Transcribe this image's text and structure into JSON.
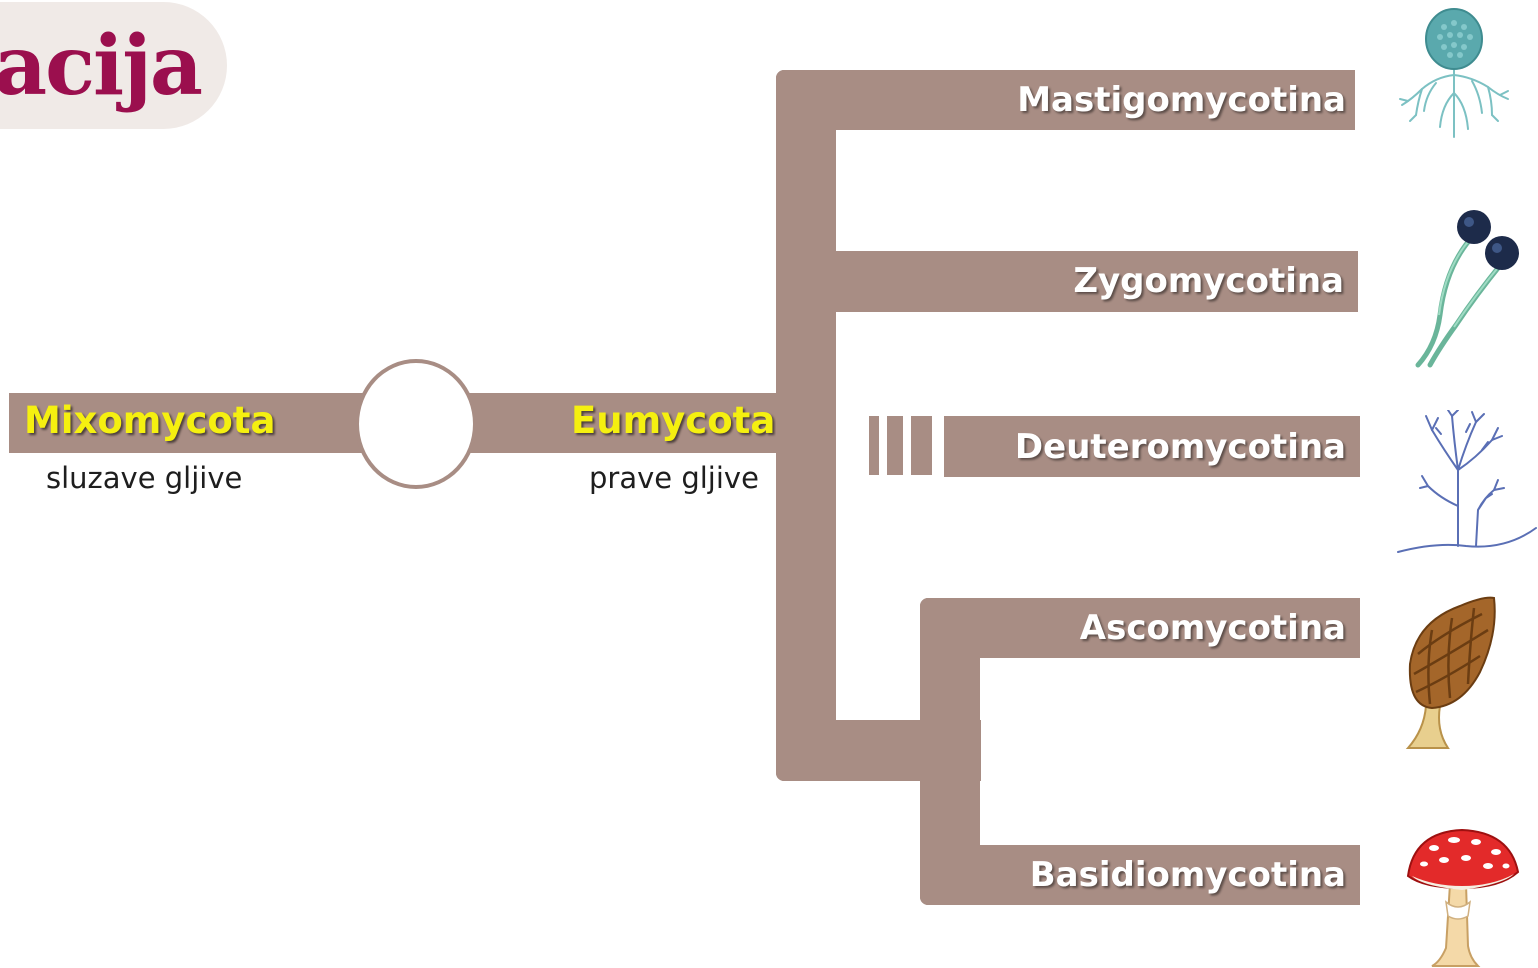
{
  "title": {
    "text": "acija"
  },
  "root": {
    "left_label": "Mixomycota",
    "left_sub": "sluzave gljive",
    "right_label": "Eumycota",
    "right_sub": "prave gljive"
  },
  "branches": [
    {
      "label": "Mastigomycotina",
      "icon": "chytrid-illustration-icon"
    },
    {
      "label": "Zygomycotina",
      "icon": "zygomycete-sporangia-illustration-icon"
    },
    {
      "label": "Deuteromycotina",
      "icon": "penicillium-conidiophore-illustration-icon"
    },
    {
      "label": "Ascomycotina",
      "icon": "morel-mushroom-illustration-icon"
    },
    {
      "label": "Basidiomycotina",
      "icon": "fly-agaric-mushroom-illustration-icon"
    }
  ],
  "colors": {
    "branch": "#a88d84",
    "title": "#9b0f4e",
    "title_background": "#f0eae7",
    "highlight_text": "#f5f010"
  }
}
